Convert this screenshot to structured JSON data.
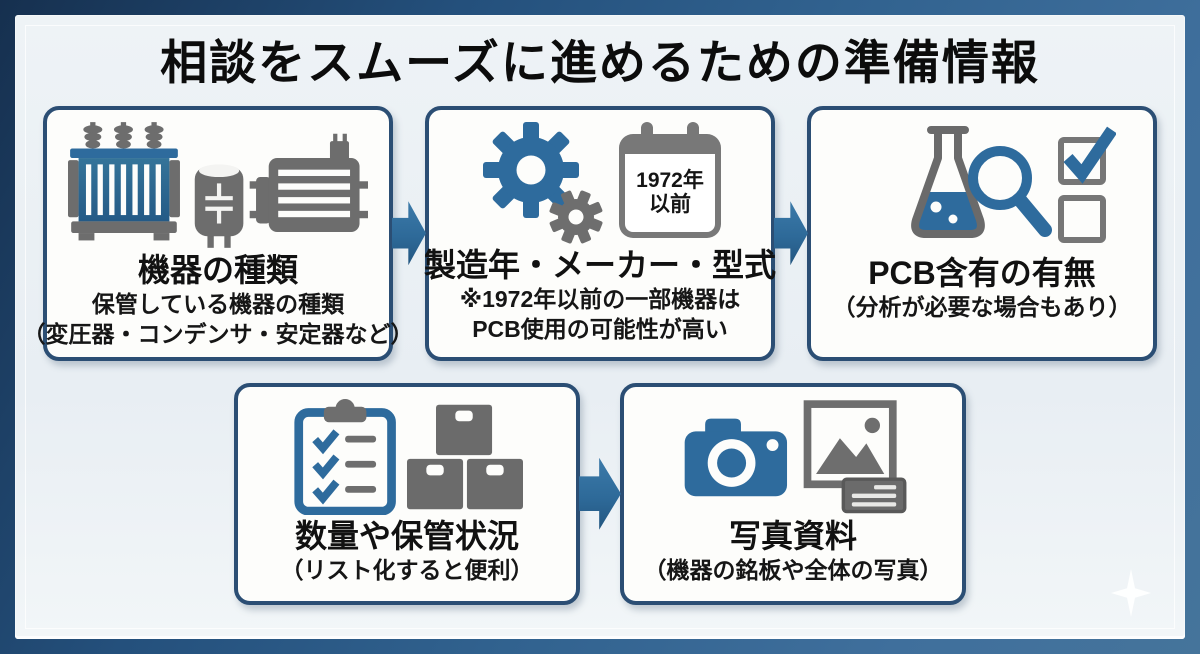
{
  "page": {
    "title": "相談をスムーズに進めるための準備情報"
  },
  "colors": {
    "accent_blue": "#2e6b9d",
    "accent_blue_dark": "#235782",
    "icon_gray": "#6e6e6e",
    "card_border": "#2b4e74",
    "panel_bg": "#e9eff3",
    "frame_blue": "#2e5d88"
  },
  "icons": {
    "card1": [
      "transformer-icon",
      "capacitor-icon",
      "motor-icon"
    ],
    "card2": [
      "gears-icon",
      "calendar-icon"
    ],
    "card3": [
      "flask-icon",
      "magnifier-icon",
      "checkboxes-icon"
    ],
    "card4": [
      "clipboard-checklist-icon",
      "storage-boxes-icon"
    ],
    "card5": [
      "camera-icon",
      "photo-icon",
      "nameplate-icon"
    ],
    "between_cards": "arrow-right-icon",
    "corner": "sparkle-icon"
  },
  "cards": {
    "equipment_type": {
      "title": "機器の種類",
      "sub1": "保管している機器の種類",
      "sub2": "（変圧器・コンデンサ・安定器など）"
    },
    "manufacture": {
      "title": "製造年・メーカー・型式",
      "sub1": "※1972年以前の一部機器は",
      "sub2": "PCB使用の可能性が高い",
      "calendar_line1": "1972年",
      "calendar_line2": "以前"
    },
    "pcb_content": {
      "title": "PCB含有の有無",
      "sub1": "（分析が必要な場合もあり）"
    },
    "quantity_storage": {
      "title": "数量や保管状況",
      "sub1": "（リスト化すると便利）"
    },
    "photo_material": {
      "title": "写真資料",
      "sub1": "（機器の銘板や全体の写真）"
    }
  }
}
